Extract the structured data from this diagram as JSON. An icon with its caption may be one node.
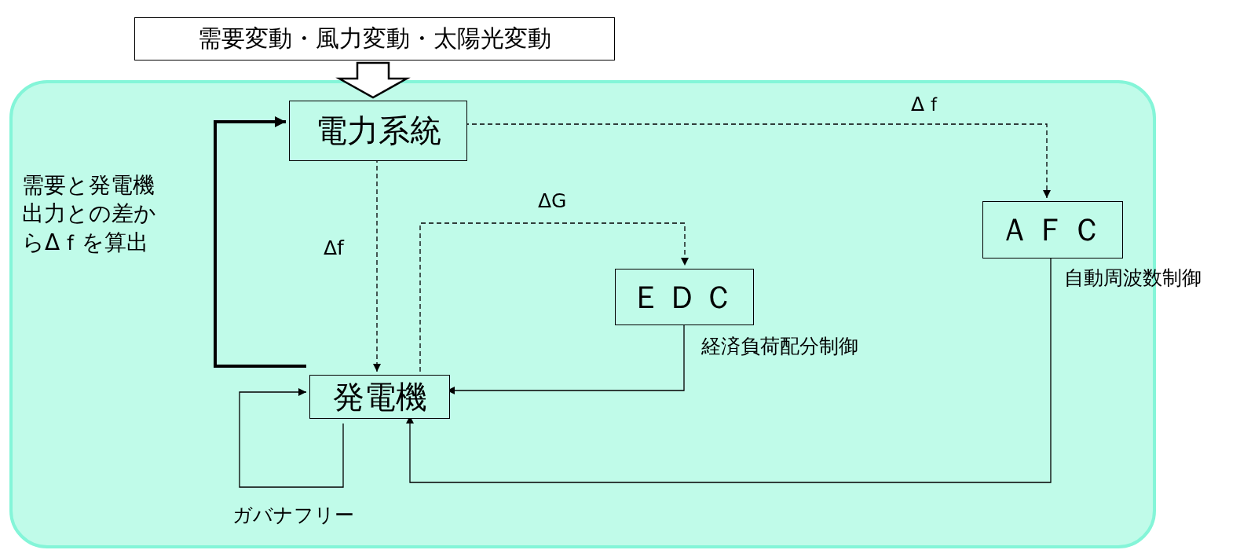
{
  "diagram": {
    "nodes": [
      {
        "text": [
          "需要変動・風力変動・太陽光変動"
        ]
      },
      {
        "text": [],
        "shape": "box"
      },
      {
        "text": [
          "電力系統"
        ],
        "in": 1
      },
      {
        "text": [
          "発電機"
        ],
        "in": 1
      },
      {
        "text": [
          "ＥＤＣ"
        ],
        "in": 1,
        "beside": [
          "経済負荷配分制御"
        ]
      },
      {
        "text": [
          "ＡＦＣ"
        ],
        "in": 1,
        "beside": [
          "自動周波数制御"
        ]
      }
    ],
    "edges": [
      {
        "from": 0,
        "to": 2,
        "arrow": "to",
        "style": "thick"
      },
      {
        "from": 3,
        "to": 2,
        "arrow": "to",
        "style": "thick",
        "label": "需要と発電機出力との差からΔｆを算出"
      },
      {
        "from": 2,
        "to": 5,
        "arrow": "to",
        "style": "dashed",
        "label": "Δｆ"
      },
      {
        "from": 2,
        "to": 3,
        "arrow": "to",
        "style": "dashed",
        "label": "Δf"
      },
      {
        "from": 3,
        "to": 4,
        "arrow": "to",
        "style": "dashed",
        "label": "ΔG"
      },
      {
        "from": 4,
        "to": 3,
        "arrow": "to"
      },
      {
        "from": 5,
        "to": 3,
        "arrow": "to"
      },
      {
        "from": 3,
        "to": 3,
        "arrow": "to",
        "label": "ガバナフリー"
      }
    ]
  }
}
